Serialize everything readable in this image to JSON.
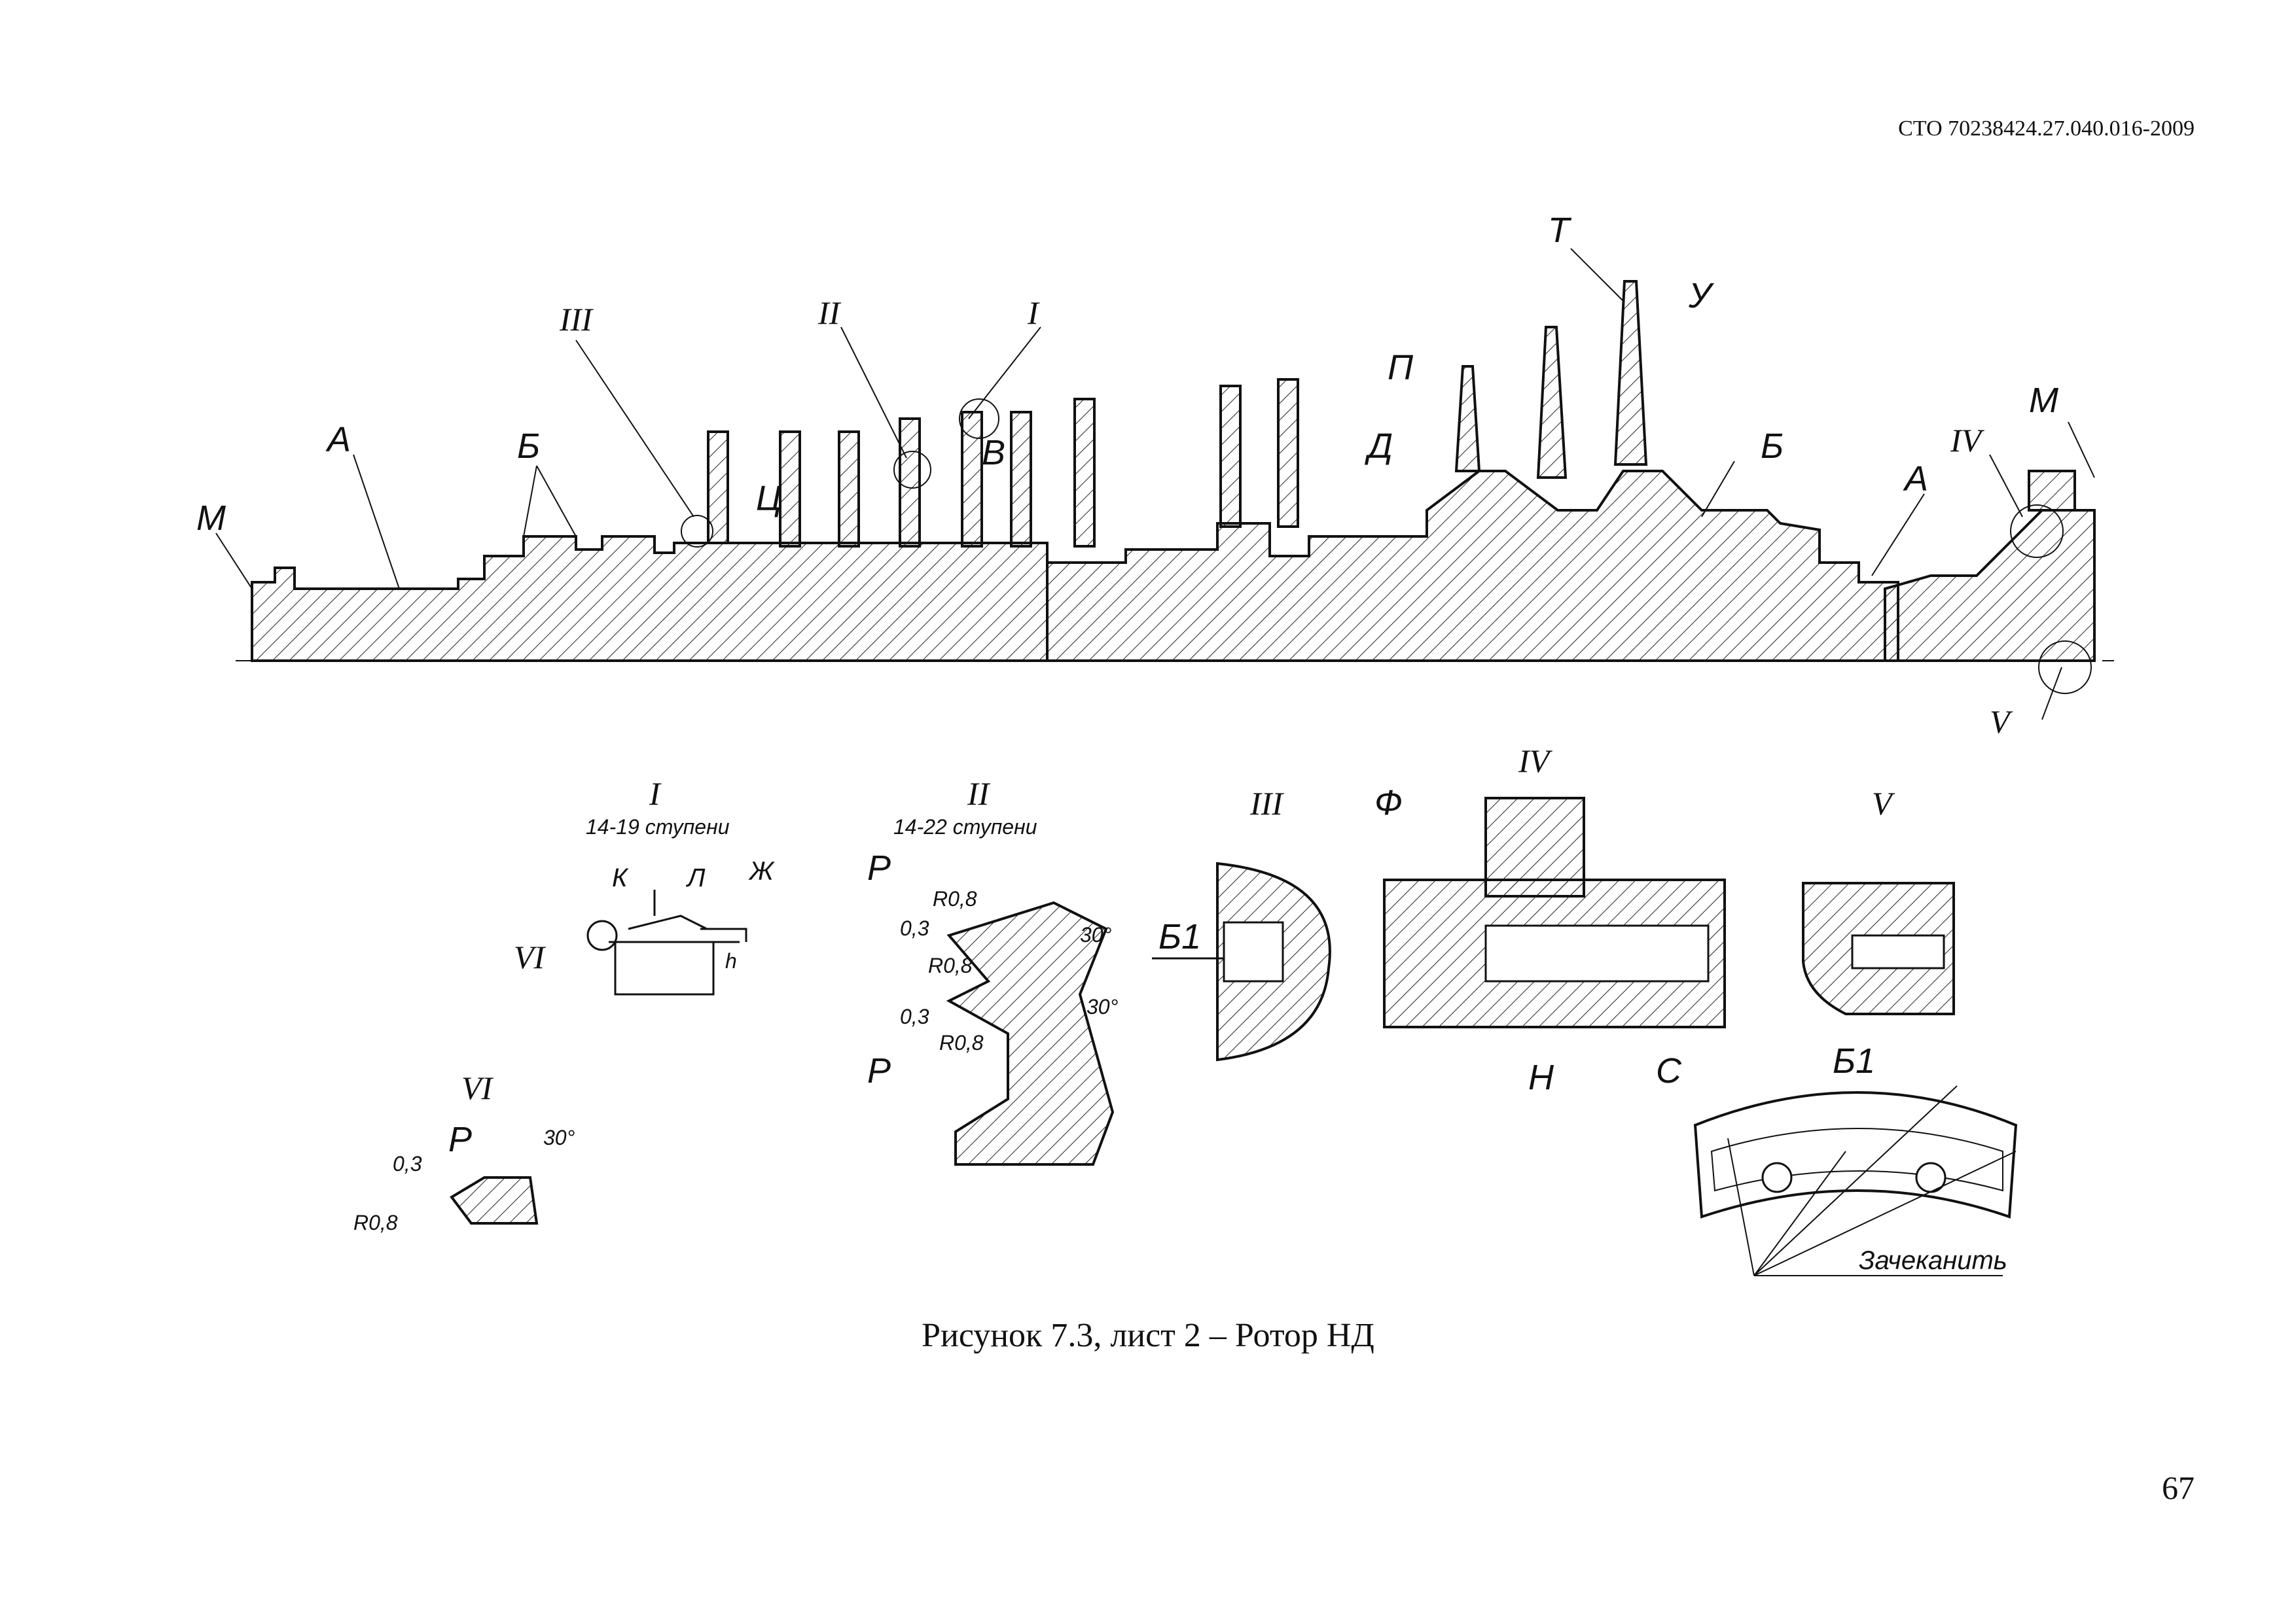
{
  "header": {
    "document_code": "СТО 70238424.27.040.016-2009"
  },
  "figure": {
    "caption": "Рисунок 7.3, лист 2 – Ротор НД",
    "main_labels": {
      "M_left": "М",
      "A_left": "А",
      "B_left": "Б",
      "III": "III",
      "II": "II",
      "I": "I",
      "V_mark": "В",
      "Ts": "Ц",
      "D": "Д",
      "P": "П",
      "T": "Т",
      "U": "У",
      "B_right": "Б",
      "A_right": "А",
      "IV": "IV",
      "M_right": "М",
      "V": "V"
    },
    "detail_I": {
      "title": "I",
      "subtitle": "14-19 ступени",
      "K": "К",
      "L": "Л",
      "Zh": "Ж",
      "VI": "VI",
      "h": "h"
    },
    "detail_II": {
      "title": "II",
      "subtitle": "14-22 ступени",
      "R_top": "Р",
      "R_bottom": "Р",
      "r1": "R0,8",
      "r2": "R0,8",
      "r3": "R0,8",
      "d1": "0,3",
      "d2": "0,3",
      "a1": "30°",
      "a2": "30°"
    },
    "detail_III": {
      "title": "III",
      "B1": "Б1"
    },
    "detail_IV": {
      "title": "IV",
      "F": "Ф",
      "N": "Н",
      "S": "С"
    },
    "detail_V": {
      "title": "V"
    },
    "detail_VI": {
      "title": "VI",
      "R": "Р",
      "r": "R0,8",
      "d": "0,3",
      "a": "30°"
    },
    "view_B1": {
      "title": "Б1",
      "note": "Зачеканить"
    }
  },
  "footer": {
    "page_number": "67"
  }
}
